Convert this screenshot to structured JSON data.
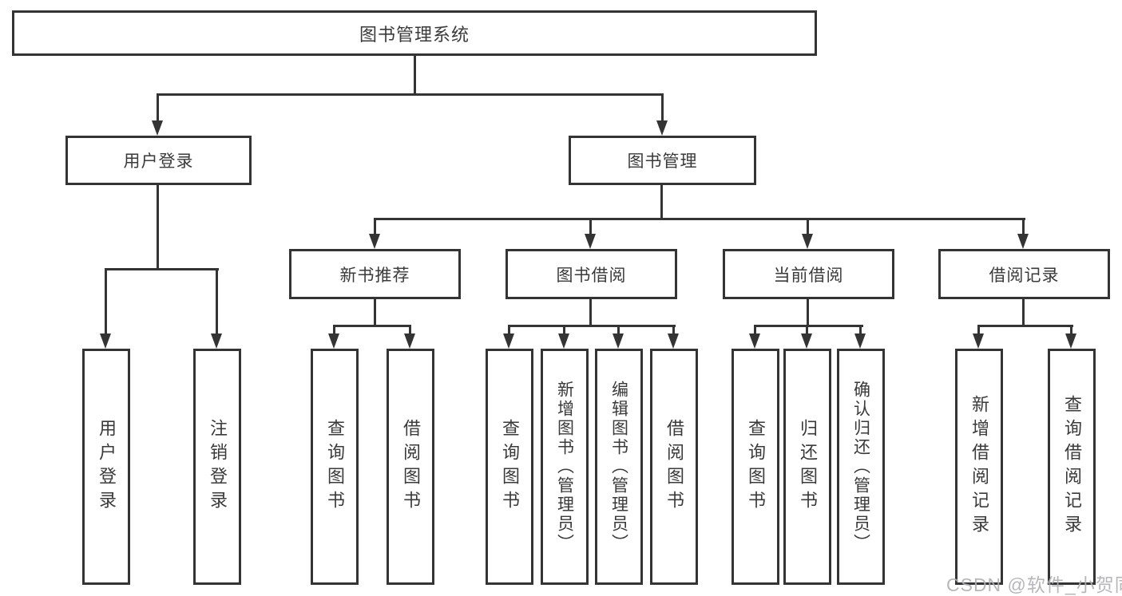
{
  "nodes": {
    "root": "图书管理系统",
    "user_login": "用户登录",
    "book_management": "图书管理",
    "new_book_recommend": "新书推荐",
    "book_borrow": "图书借阅",
    "current_borrow": "当前借阅",
    "borrow_records": "借阅记录",
    "ul_user_login": "用户登录",
    "ul_logout": "注销登录",
    "nb_query_book": "查询图书",
    "nb_borrow_book": "借阅图书",
    "bb_query_book": "查询图书",
    "bb_add_book": "新增图书（管理员）",
    "bb_edit_book": "编辑图书（管理员）",
    "bb_borrow_book": "借阅图书",
    "cb_query_book": "查询图书",
    "cb_return_book": "归还图书",
    "cb_confirm_return": "确认归还（管理员）",
    "br_add_record": "新增借阅记录",
    "br_query_record": "查询借阅记录"
  },
  "watermark": "CSDN @软件_小贺同学",
  "colors": {
    "line": "#343434",
    "text": "#3a3a3a",
    "watermark": "#b0b0b3",
    "background": "#ffffff"
  }
}
